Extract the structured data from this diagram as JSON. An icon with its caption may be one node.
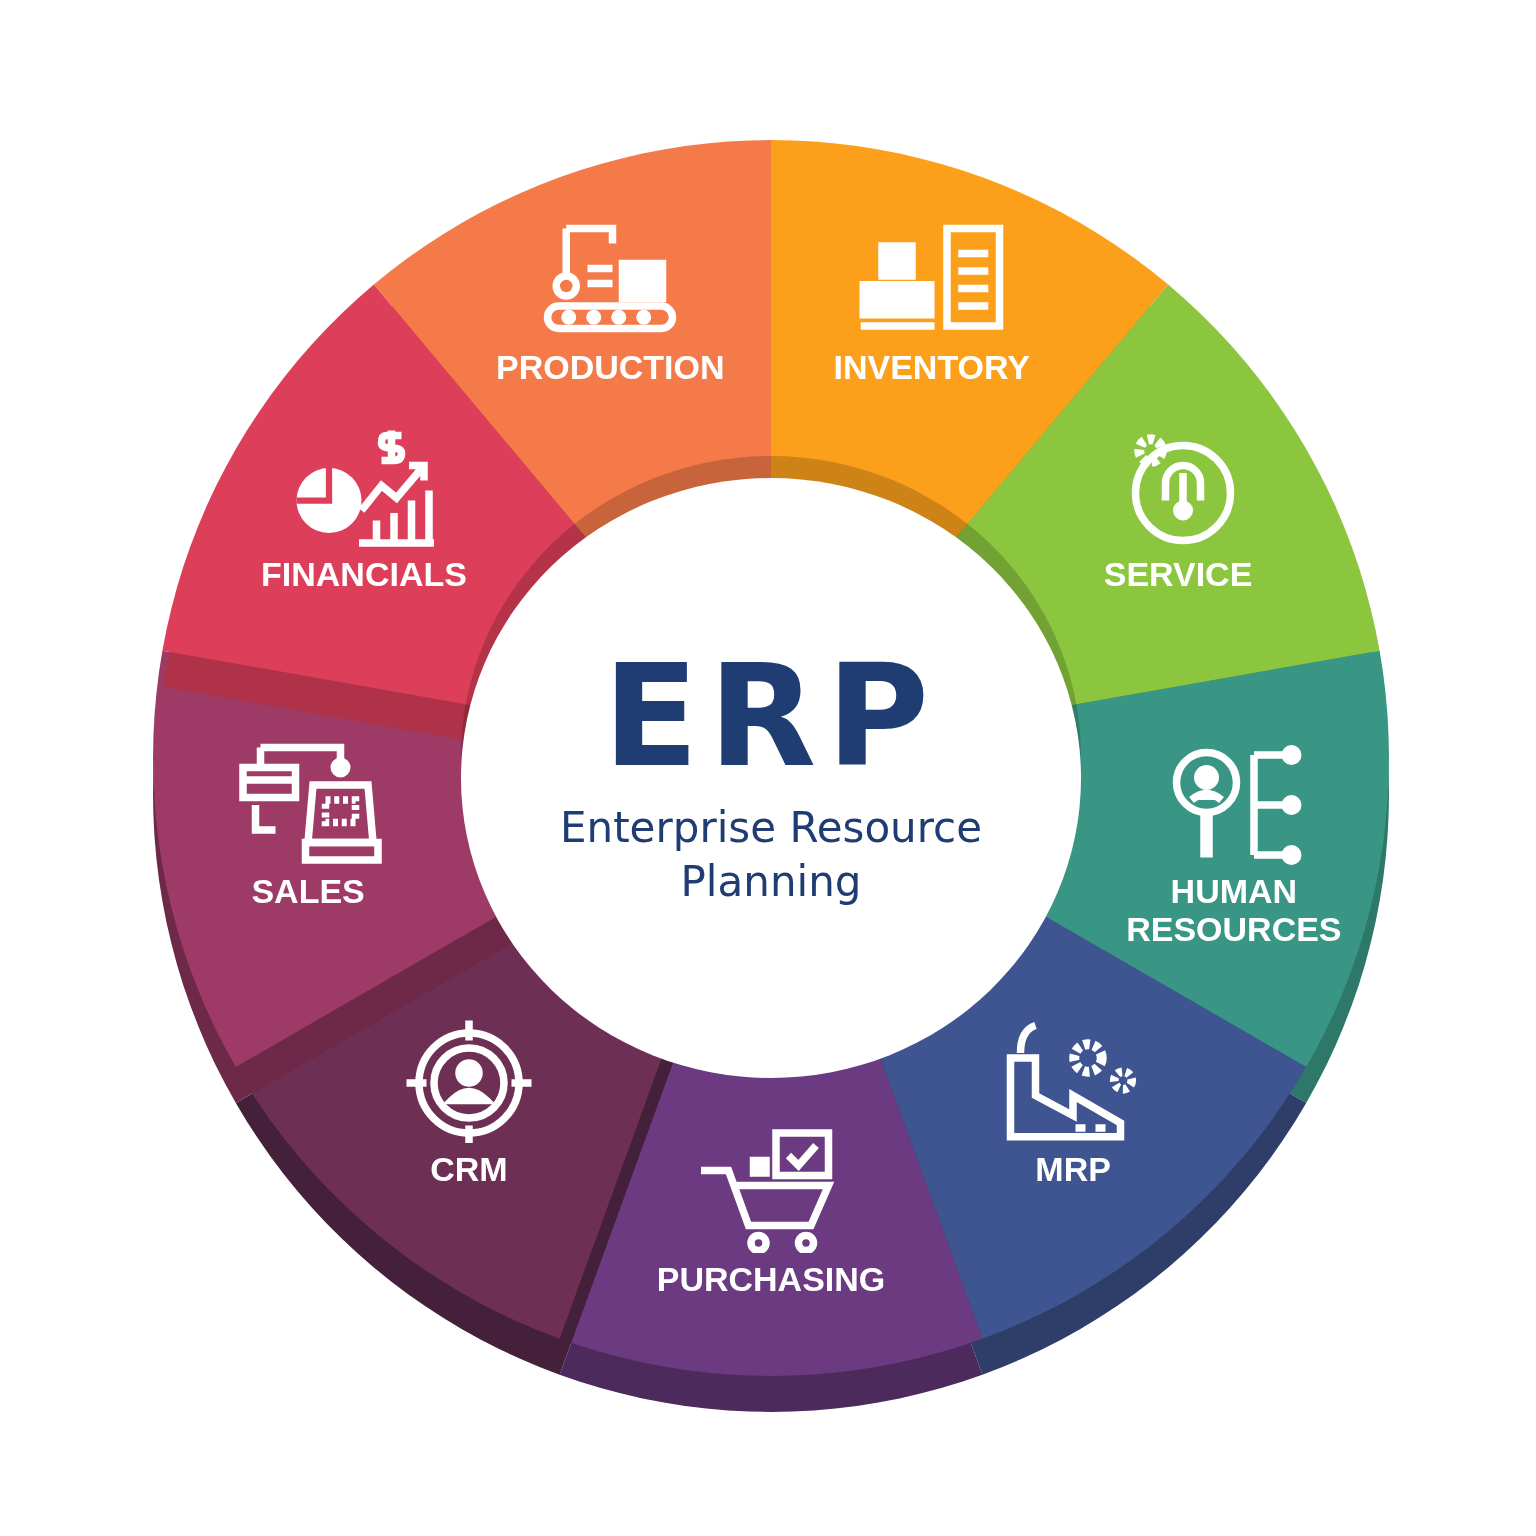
{
  "diagram": {
    "nodes": [
      {
        "text": [
          "ERP",
          "Enterprise Resource Planning"
        ]
      },
      {
        "text": [
          "PRODUCTION"
        ]
      },
      {
        "text": [
          "INVENTORY"
        ]
      },
      {
        "text": [
          "SERVICE"
        ]
      },
      {
        "text": [
          "HUMAN RESOURCES"
        ]
      },
      {
        "text": [
          "MRP"
        ]
      },
      {
        "text": [
          "PURCHASING"
        ]
      },
      {
        "text": [
          "CRM"
        ]
      },
      {
        "text": [
          "SALES"
        ]
      },
      {
        "text": [
          "FINANCIALS"
        ]
      }
    ]
  }
}
